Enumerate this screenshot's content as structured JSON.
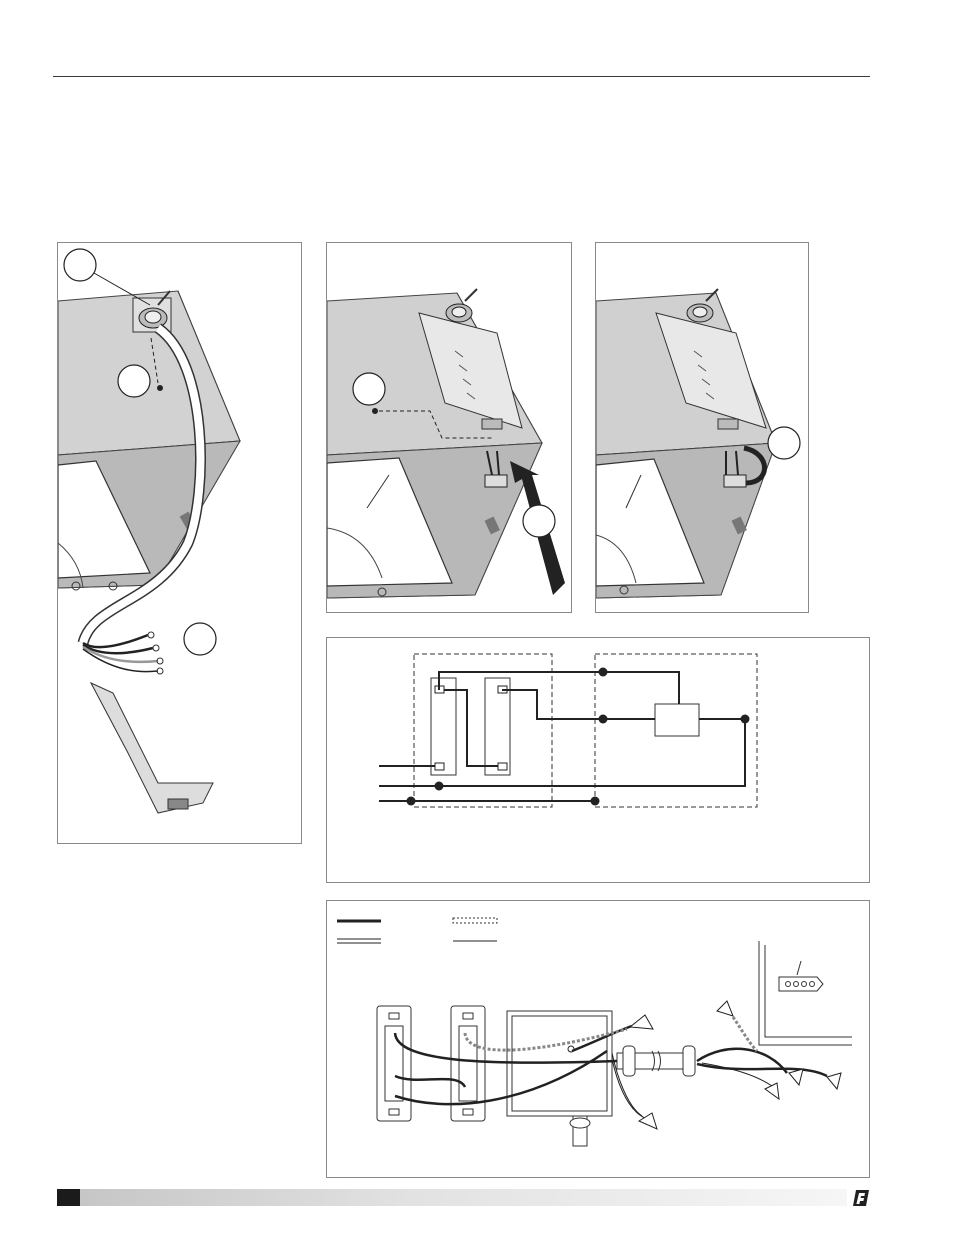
{
  "page": {
    "logo": "brand-logo-icon"
  },
  "figures": {
    "fig_a": {
      "name": "wiring-bracket-install",
      "callouts": 3
    },
    "fig_b": {
      "name": "bracket-screw-attach",
      "callouts": 2
    },
    "fig_c": {
      "name": "connector-plug-in",
      "callouts": 1
    }
  },
  "diagrams": {
    "schematic": {
      "name": "switch-wiring-schematic"
    },
    "pictorial": {
      "name": "switch-wiring-pictorial"
    }
  },
  "colors": {
    "line": "#2b2b2b",
    "fill_gray": "#c9c9c9",
    "border": "#8a8a8a",
    "footer_dark": "#1b1b1b"
  }
}
